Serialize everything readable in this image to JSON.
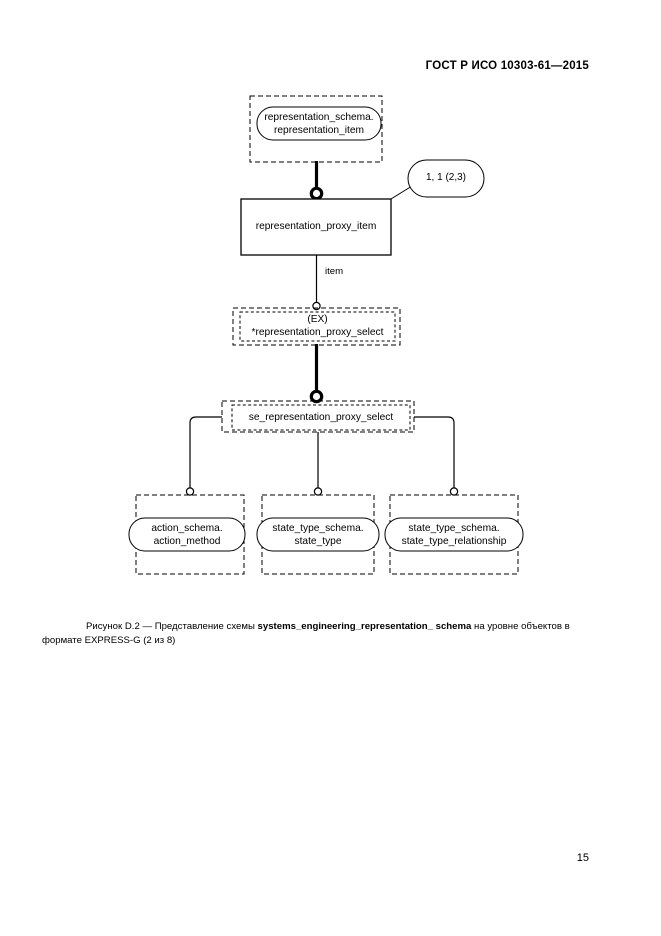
{
  "document": {
    "header": "ГОСТ Р ИСО 10303-61—2015",
    "page_number": "15"
  },
  "diagram": {
    "type": "EXPRESS-G object level schema diagram",
    "nodes": {
      "representation_item": {
        "line1": "representation_schema.",
        "line2": "representation_item"
      },
      "representation_proxy_item": {
        "label": "representation_proxy_item"
      },
      "representation_proxy_select": {
        "line1": "(EX)",
        "line2": "*representation_proxy_select"
      },
      "se_representation_proxy_select": {
        "label": "se_representation_proxy_select"
      },
      "action_method": {
        "line1": "action_schema.",
        "line2": "action_method"
      },
      "state_type": {
        "line1": "state_type_schema.",
        "line2": "state_type"
      },
      "state_type_relationship": {
        "line1": "state_type_schema.",
        "line2": "state_type_relationship"
      }
    },
    "edges": {
      "item_attribute": "item",
      "page_reference": "1, 1 (2,3)"
    }
  },
  "caption": {
    "prefix": "Рисунок D.2 —  Представление схемы ",
    "schema_name": "systems_engineering_representation_ schema",
    "suffix": " на уровне объектов в",
    "line2": "формате EXPRESS-G (2 из 8)"
  }
}
